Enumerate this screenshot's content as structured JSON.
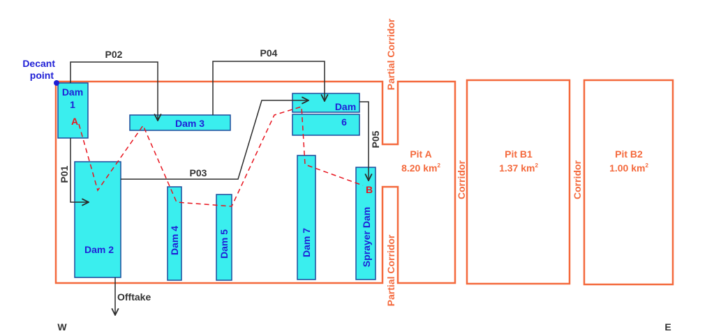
{
  "colors": {
    "pit_outline": "#f4693c",
    "dam_fill": "#3aeeee",
    "dam_stroke": "#1c4a9c",
    "dam_text": "#1f1fd6",
    "pipe": "#2b2b2b",
    "route": "#e8141e",
    "route_label": "#e8141e",
    "decant": "#1f1fd6",
    "compass": "#333333"
  },
  "decant_point": {
    "label_line1": "Decant",
    "label_line2": "point"
  },
  "dams": {
    "dam1": {
      "line1": "Dam",
      "line2": "1"
    },
    "dam2": {
      "label": "Dam 2"
    },
    "dam3": {
      "label": "Dam 3"
    },
    "dam4": {
      "label": "Dam 4"
    },
    "dam5": {
      "label": "Dam 5"
    },
    "dam6": {
      "line1": "Dam",
      "line2": "6"
    },
    "dam7": {
      "label": "Dam 7"
    },
    "sprayer": {
      "label": "Sprayer Dam"
    }
  },
  "pipes": {
    "p01": "P01",
    "p02": "P02",
    "p03": "P03",
    "p04": "P04",
    "p05": "P05",
    "offtake": "Offtake"
  },
  "route_points": {
    "start": "A",
    "end": "B"
  },
  "pits": {
    "pit_a": {
      "name": "Pit A",
      "area": "8.20 km",
      "unit_sup": "2"
    },
    "pit_b1": {
      "name": "Pit B1",
      "area": "1.37 km",
      "unit_sup": "2"
    },
    "pit_b2": {
      "name": "Pit B2",
      "area": "1.00 km",
      "unit_sup": "2"
    }
  },
  "corridors": {
    "partial_top": "Partial Corridor",
    "partial_bottom": "Partial Corridor",
    "corridor_1": "Corridor",
    "corridor_2": "Corridor"
  },
  "compass": {
    "west": "W",
    "east": "E"
  }
}
